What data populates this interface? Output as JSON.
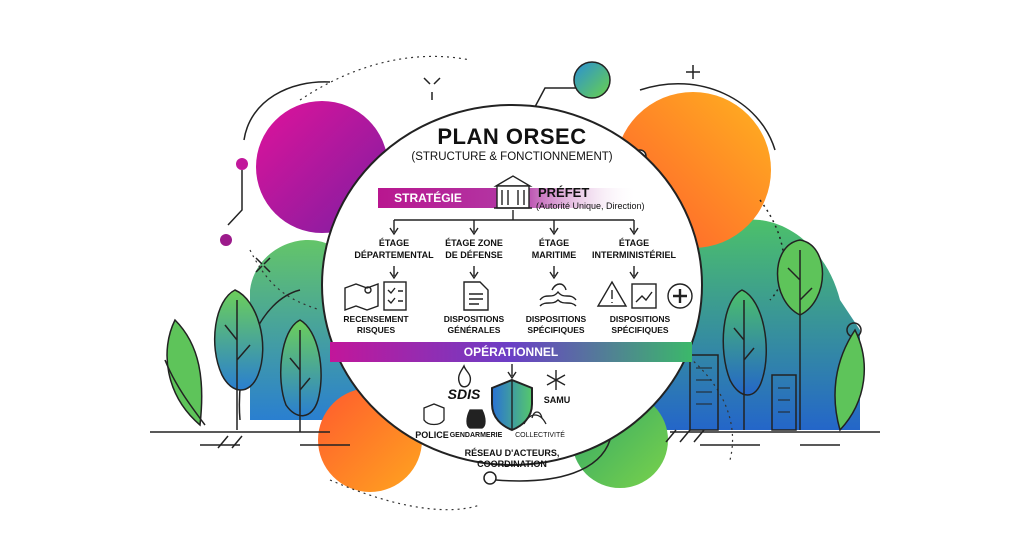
{
  "header": {
    "title": "PLAN ORSEC",
    "subtitle": "(STRUCTURE & FONCTIONNEMENT)"
  },
  "strategy": {
    "band_label": "STRATÉGIE",
    "prefet_title": "PRÉFET",
    "prefet_subtitle": "(Autorité Unique, Direction)"
  },
  "levels": [
    {
      "line1": "ÉTAGE",
      "line2": "DÉPARTEMENTAL"
    },
    {
      "line1": "ÉTAGE ZONE",
      "line2": "DE DÉFENSE"
    },
    {
      "line1": "ÉTAGE",
      "line2": "MARITIME"
    },
    {
      "line1": "ÉTAGE",
      "line2": "INTERMINISTÉRIEL"
    }
  ],
  "dispositions": [
    {
      "line1": "RECENSEMENT",
      "line2": "RISQUES"
    },
    {
      "line1": "DISPOSITIONS",
      "line2": "GÉNÉRALES"
    },
    {
      "line1": "DISPOSITIONS",
      "line2": "SPÉCIFIQUES"
    },
    {
      "line1": "DISPOSITIONS",
      "line2": "SPÉCIFIQUES"
    }
  ],
  "operational": {
    "band_label": "OPÉRATIONNEL",
    "actors": {
      "sdis": "SDIS",
      "samu": "SAMU",
      "police": "POLICE",
      "gendarmerie": "GENDARMERIE",
      "collectivite": "COLLECTIVITÉ"
    },
    "network_line1": "RÉSEAU D'ACTEURS,",
    "network_line2": "COORDINATION"
  },
  "colors": {
    "magenta": "#c2189b",
    "purple": "#7b1fa2",
    "orange": "#ff6a2b",
    "yellow": "#ffb020",
    "green": "#4caf50",
    "teal": "#2bb3a3",
    "blue": "#2f6fd6"
  }
}
